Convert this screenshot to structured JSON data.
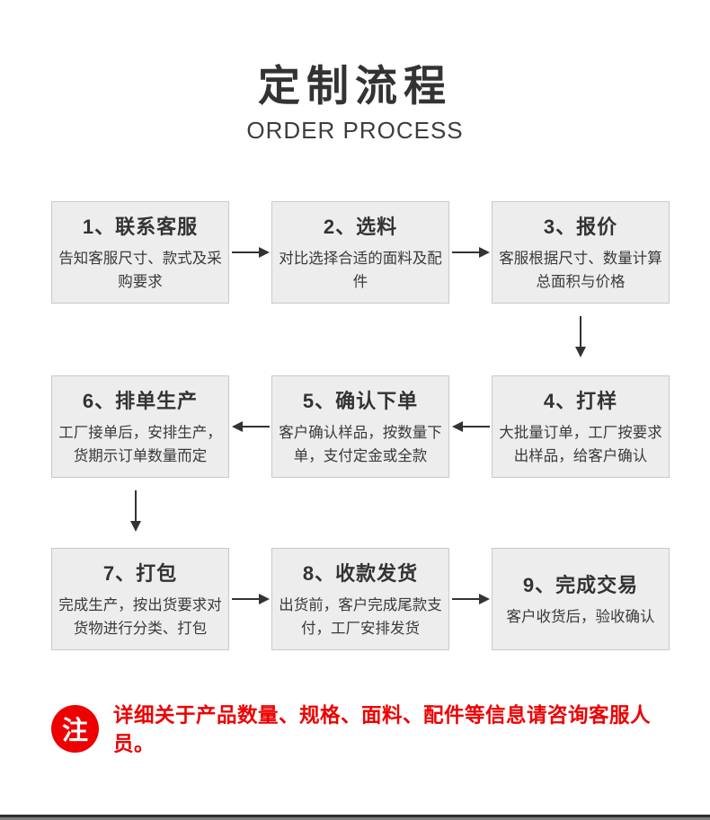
{
  "header": {
    "title": "定制流程",
    "subtitle": "ORDER PROCESS"
  },
  "steps": [
    {
      "title": "1、联系客服",
      "body": "告知客服尺寸、款式及采购要求"
    },
    {
      "title": "2、选料",
      "body": "对比选择合适的面料及配件"
    },
    {
      "title": "3、报价",
      "body": "客服根据尺寸、数量计算总面积与价格"
    },
    {
      "title": "4、打样",
      "body": "大批量订单，工厂按要求出样品，给客户确认"
    },
    {
      "title": "5、确认下单",
      "body": "客户确认样品，按数量下单，支付定金或全款"
    },
    {
      "title": "6、排单生产",
      "body": "工厂接单后，安排生产，货期示订单数量而定"
    },
    {
      "title": "7、打包",
      "body": "完成生产，按出货要求对货物进行分类、打包"
    },
    {
      "title": "8、收款发货",
      "body": "出货前，客户完成尾款支付，工厂安排发货"
    },
    {
      "title": "9、完成交易",
      "body": "客户收货后，验收确认"
    }
  ],
  "note": {
    "badge": "注",
    "text": "详细关于产品数量、规格、面料、配件等信息请咨询客服人员。"
  },
  "colors": {
    "accent_red": "#ee0000",
    "box_bg": "#ededed",
    "box_border": "#c9c9c9",
    "text_dark": "#333333"
  }
}
